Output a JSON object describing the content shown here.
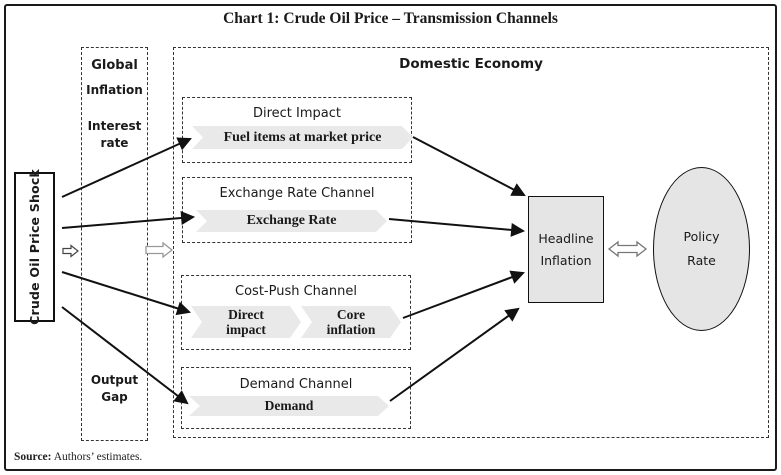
{
  "title": "Chart 1: Crude Oil Price – Transmission Channels",
  "shock": {
    "label": "Crude Oil Price Shock"
  },
  "global": {
    "title": "Global",
    "inflation": "Inflation",
    "interest_rate": "Interest rate",
    "output_gap": "Output Gap"
  },
  "domestic": {
    "title": "Domestic Economy"
  },
  "channels": [
    {
      "title": "Direct Impact",
      "chevrons": [
        "Fuel items at market price"
      ]
    },
    {
      "title": "Exchange Rate Channel",
      "chevrons": [
        "Exchange Rate"
      ]
    },
    {
      "title": "Cost-Push Channel",
      "chevrons": [
        "Direct impact",
        "Core inflation"
      ]
    },
    {
      "title": "Demand Channel",
      "chevrons": [
        "Demand"
      ]
    }
  ],
  "headline": {
    "label": "Headline Inflation"
  },
  "policy": {
    "label": "Policy Rate"
  },
  "source": {
    "label": "Source:",
    "text": " Authors’ estimates."
  },
  "icons": {
    "hollow_right_arrow": "⇨",
    "hollow_double_arrow": "⇔",
    "flow_arrow": "→"
  },
  "colors": {
    "chevron_fill": "#e9e9e9",
    "node_fill": "#e5e5e5",
    "line": "#111111",
    "frame": "#1a1a1a"
  }
}
